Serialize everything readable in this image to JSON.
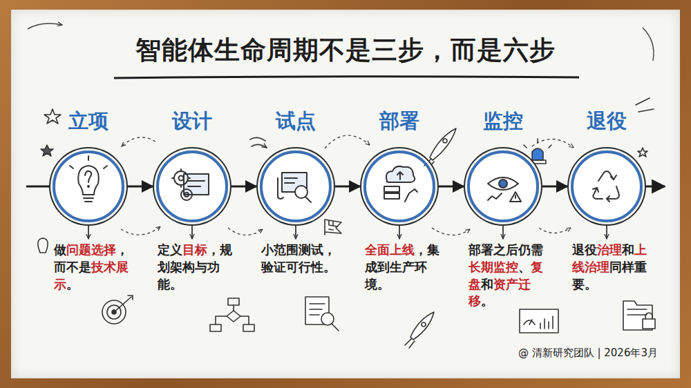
{
  "diagram": {
    "title": "智能体生命周期不是三步，而是六步",
    "nodes": [
      {
        "text": [
          "立项",
          "做问题选择，而不是技术展示。"
        ]
      },
      {
        "text": [
          "设计",
          "定义目标，规划架构与功能。"
        ]
      },
      {
        "text": [
          "试点",
          "小范围测试，验证可行性。"
        ]
      },
      {
        "text": [
          "部署",
          "全面上线，集成到生产环境。"
        ]
      },
      {
        "text": [
          "监控",
          "部署之后仍需长期监控、复盘和资产迁移。"
        ]
      },
      {
        "text": [
          "退役",
          "退役治理和上线治理同样重要。"
        ]
      }
    ],
    "edges": [
      {
        "from": 0,
        "to": 1,
        "arrow": "to"
      },
      {
        "from": 1,
        "to": 2,
        "arrow": "to"
      },
      {
        "from": 2,
        "to": 3,
        "arrow": "to"
      },
      {
        "from": 3,
        "to": 4,
        "arrow": "to"
      },
      {
        "from": 4,
        "to": 5,
        "arrow": "to"
      }
    ],
    "labels": [
      "@ 清新研究团队 | 2026年3月"
    ]
  }
}
